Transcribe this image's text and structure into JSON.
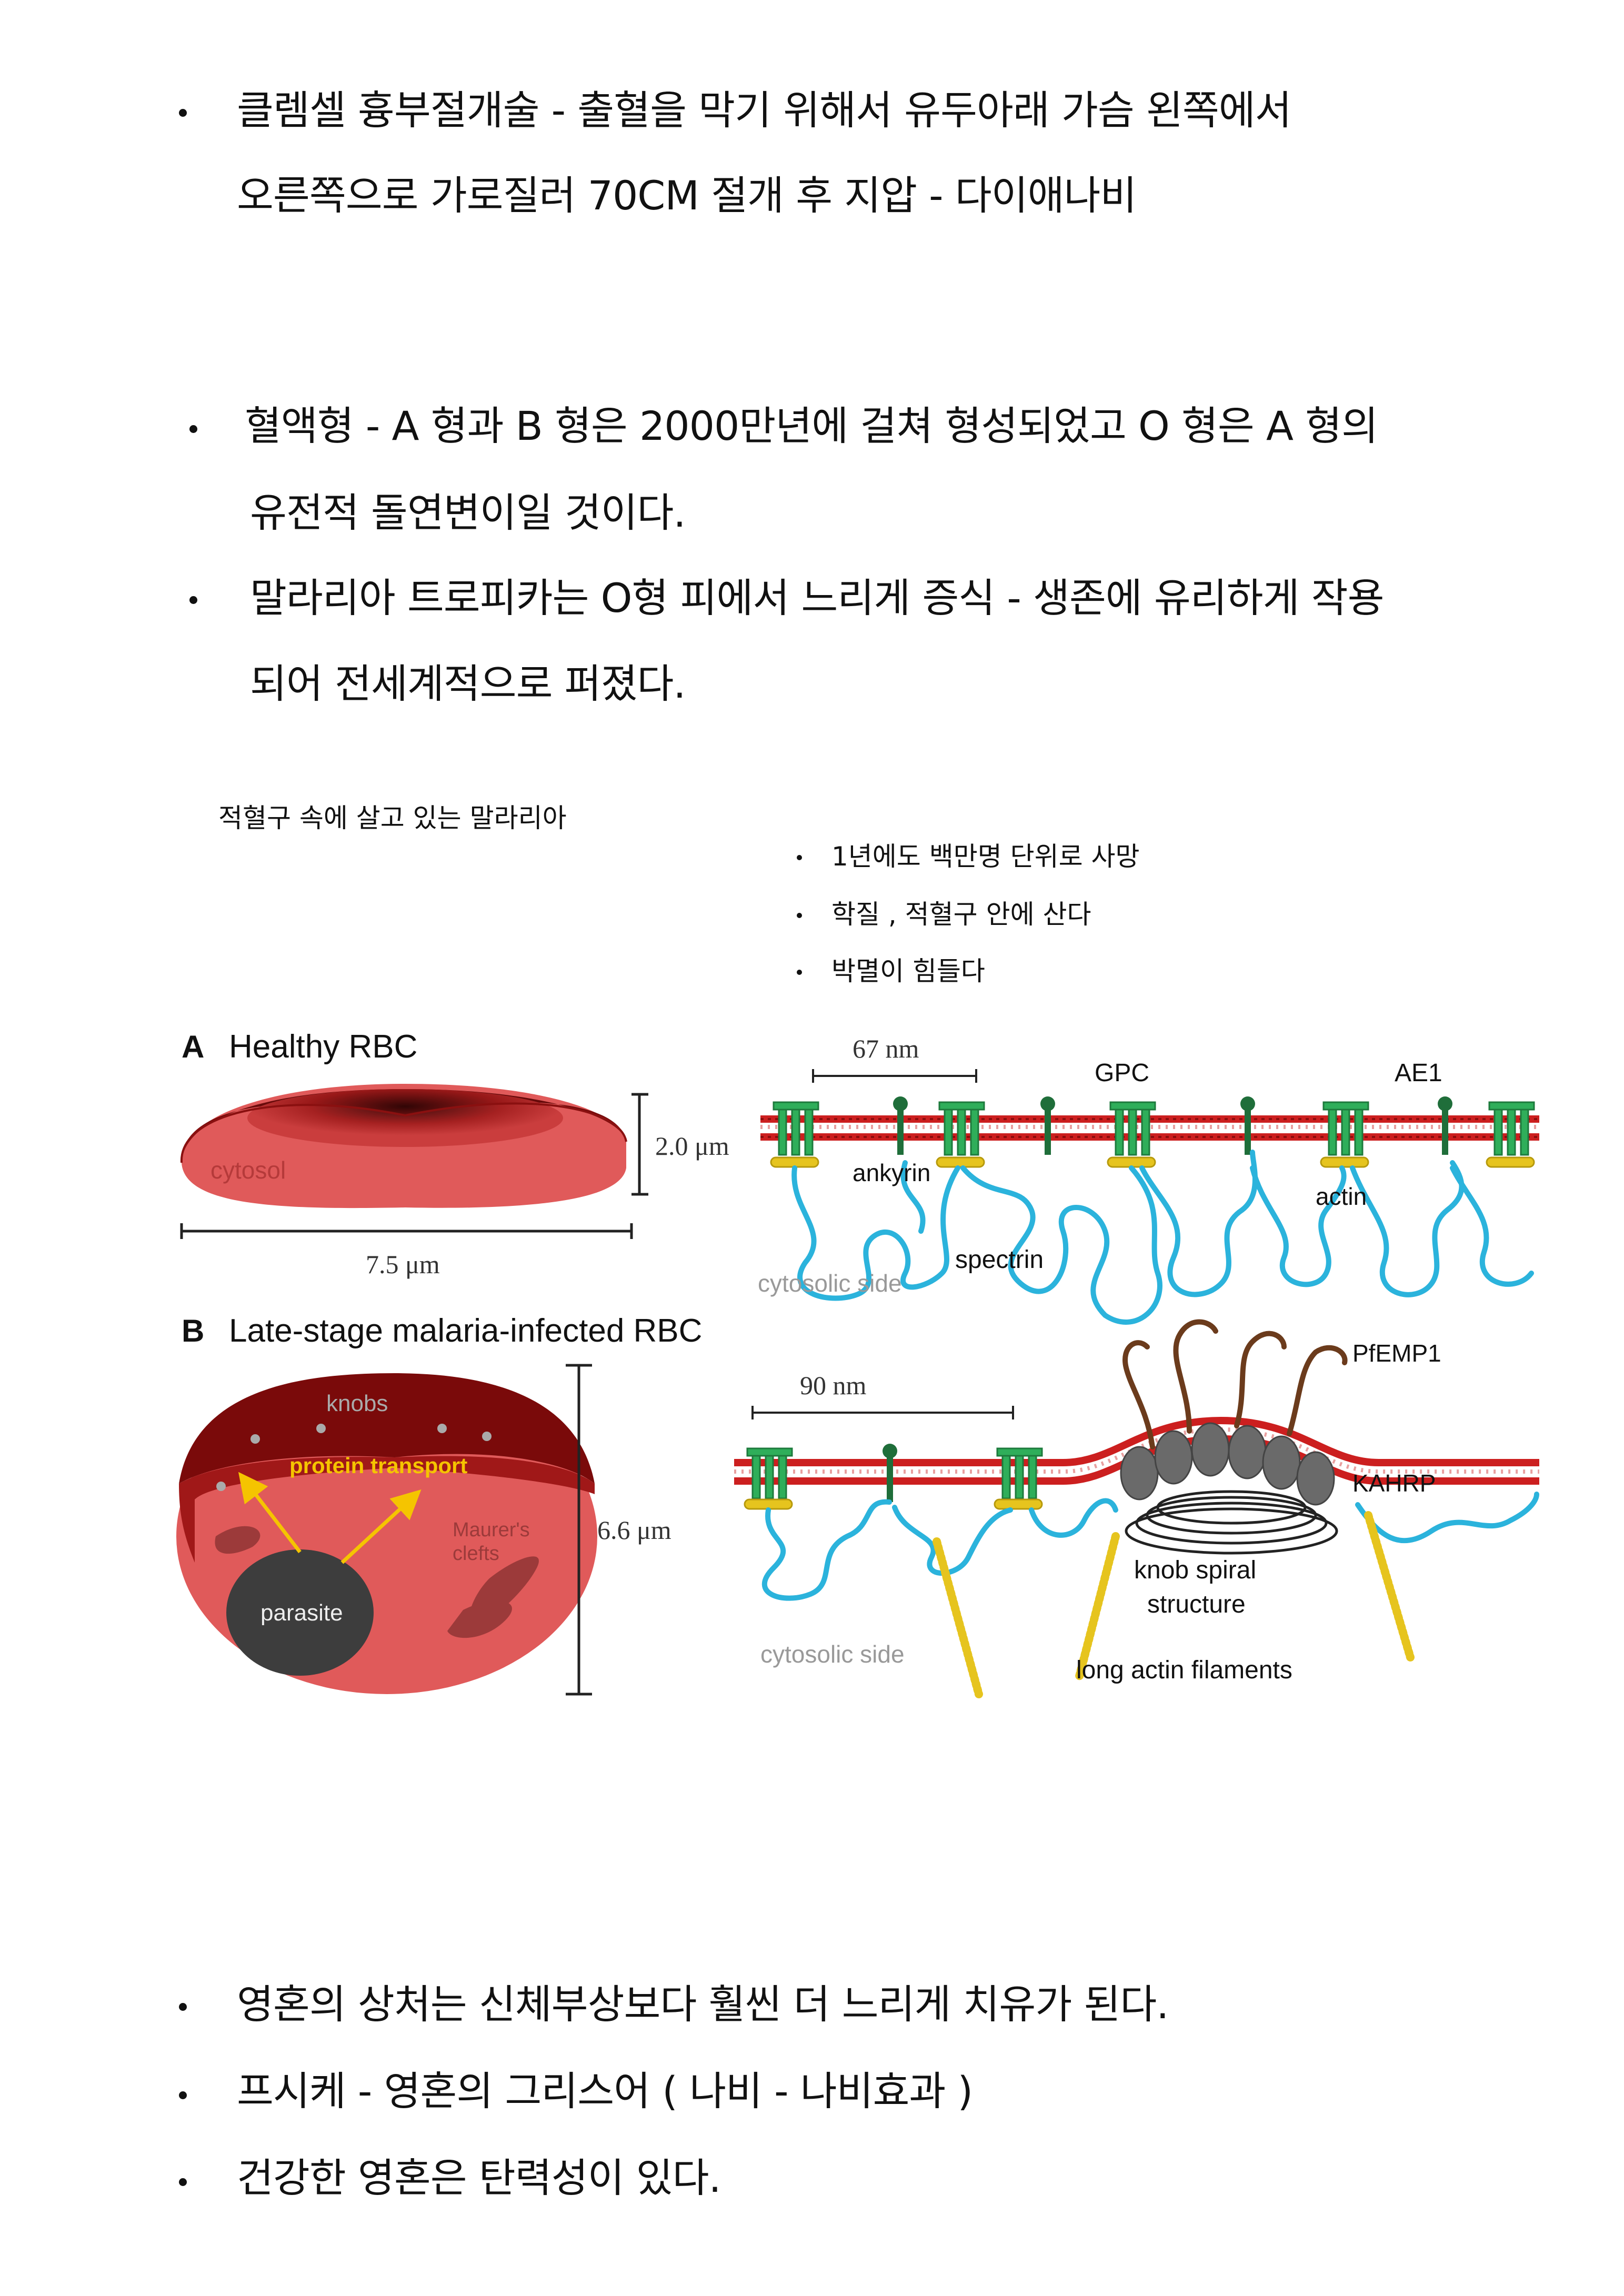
{
  "top_bullets": [
    {
      "lines": [
        "클렘셀 흉부절개술 - 출혈을 막기 위해서 유두아래 가슴 왼쪽에서",
        "오른쪽으로 가로질러 70CM 절개 후 지압 - 다이애나비"
      ]
    },
    {
      "lines": [
        " 혈액형 - A 형과 B 형은 2000만년에 걸쳐  형성되었고 O 형은 A 형의",
        "유전적 돌연변이일 것이다."
      ]
    },
    {
      "lines": [
        "말라리아 트로피카는 O형 피에서 느리게 증식 - 생존에 유리하게 작용",
        "되어 전세계적으로 퍼졌다."
      ]
    }
  ],
  "caption": "적혈구 속에 살고 있는 말라리아",
  "side_bullets": [
    "1년에도 백만명 단위로 사망",
    "학질 , 적혈구 안에 산다",
    "박멸이 힘들다"
  ],
  "figure": {
    "panel_a": {
      "letter": "A",
      "title": "Healthy RBC",
      "cytosol": "cytosol",
      "height": "2.0 μm",
      "width": "7.5 μm",
      "scale": "67 nm",
      "gpc": "GPC",
      "ae1": "AE1",
      "ankyrin": "ankyrin",
      "actin": "actin",
      "spectrin": "spectrin",
      "cytosolic_side": "cytosolic side"
    },
    "panel_b": {
      "letter": "B",
      "title": "Late-stage malaria-infected RBC",
      "knobs": "knobs",
      "protein_transport": "protein transport",
      "maurers": "Maurer's",
      "clefts": "clefts",
      "parasite": "parasite",
      "height": "6.6 μm",
      "scale": "90 nm",
      "pfemp1": "PfEMP1",
      "kahrp": "KAHRP",
      "knob_spiral": "knob spiral",
      "structure": "structure",
      "long_actin": "long actin filaments",
      "cytosolic_side": "cytosolic side"
    },
    "colors": {
      "membrane": "#cc1f1f",
      "spectrin": "#2bb3dc",
      "protein": "#2fae5a",
      "actin": "#e6c41e",
      "rbc": "#e05a5a",
      "rbc_dark": "#7a0a0a",
      "parasite": "#3d3d3d",
      "arrow": "#f5c400",
      "pfemp1": "#6b3b1c"
    }
  },
  "bottom_bullets": [
    "영혼의 상처는 신체부상보다 훨씬 더 느리게 치유가 된다.",
    "프시케 - 영혼의 그리스어 ( 나비 - 나비효과 )",
    "건강한 영혼은 탄력성이 있다."
  ]
}
